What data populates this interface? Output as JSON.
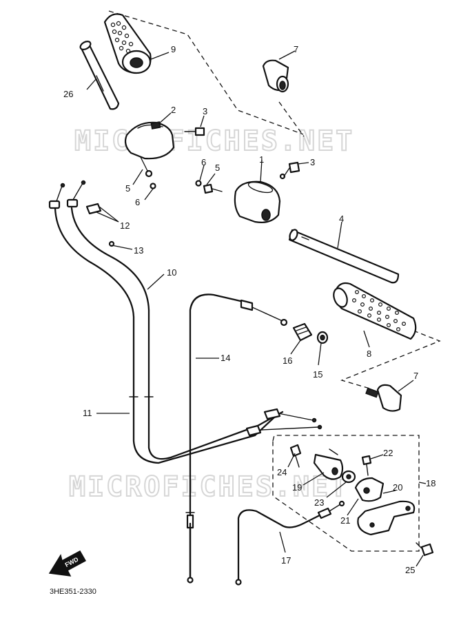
{
  "diagram": {
    "part_code": "3HE351-2330",
    "direction_label": "FWD",
    "watermarks": [
      "MICROFICHES.NET",
      "MICROFICHES.NET"
    ],
    "callouts": [
      {
        "id": "c1",
        "label": "1"
      },
      {
        "id": "c2",
        "label": "2"
      },
      {
        "id": "c3a",
        "label": "3"
      },
      {
        "id": "c3b",
        "label": "3"
      },
      {
        "id": "c4",
        "label": "4"
      },
      {
        "id": "c5a",
        "label": "5"
      },
      {
        "id": "c5b",
        "label": "5"
      },
      {
        "id": "c6a",
        "label": "6"
      },
      {
        "id": "c6b",
        "label": "6"
      },
      {
        "id": "c7a",
        "label": "7"
      },
      {
        "id": "c7b",
        "label": "7"
      },
      {
        "id": "c8",
        "label": "8"
      },
      {
        "id": "c9",
        "label": "9"
      },
      {
        "id": "c10",
        "label": "10"
      },
      {
        "id": "c11",
        "label": "11"
      },
      {
        "id": "c12",
        "label": "12"
      },
      {
        "id": "c13",
        "label": "13"
      },
      {
        "id": "c14",
        "label": "14"
      },
      {
        "id": "c15",
        "label": "15"
      },
      {
        "id": "c16",
        "label": "16"
      },
      {
        "id": "c17",
        "label": "17"
      },
      {
        "id": "c18",
        "label": "18"
      },
      {
        "id": "c19",
        "label": "19"
      },
      {
        "id": "c20",
        "label": "20"
      },
      {
        "id": "c21",
        "label": "21"
      },
      {
        "id": "c22",
        "label": "22"
      },
      {
        "id": "c23",
        "label": "23"
      },
      {
        "id": "c24",
        "label": "24"
      },
      {
        "id": "c25",
        "label": "25"
      },
      {
        "id": "c26",
        "label": "26"
      }
    ]
  }
}
